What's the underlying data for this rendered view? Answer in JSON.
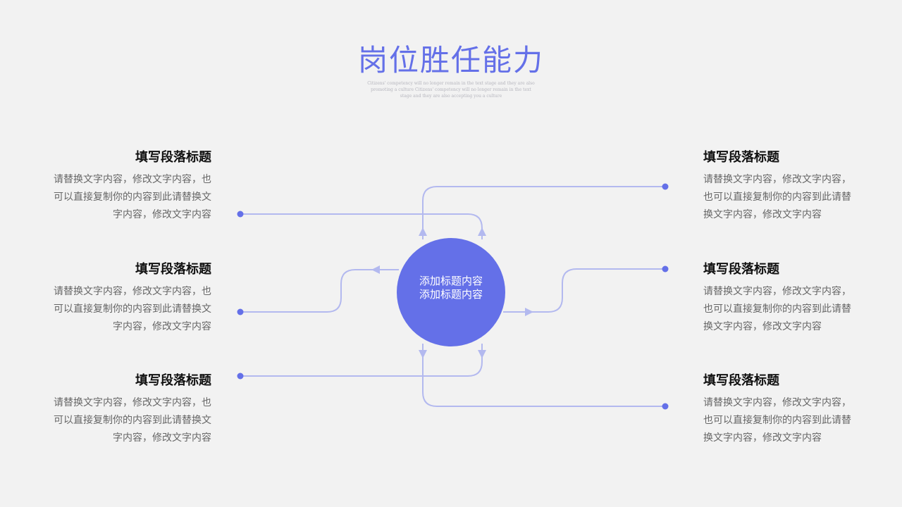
{
  "header": {
    "title": "岗位胜任能力",
    "subtitle": "Citizens' competency will no longer remain in the text stage and they are also promoting a culture Citizens' competency will no longer remain in the text stage and they are also accepting you a culture"
  },
  "center": {
    "label": "添加标题内容添加标题内容"
  },
  "colors": {
    "accent": "#6470e8",
    "line": "#b3b9ef",
    "dot": "#6470e8",
    "background": "#f2f2f2"
  },
  "items": [
    {
      "title": "填写段落标题",
      "text": "请替换文字内容，修改文字内容，也可以直接复制你的内容到此请替换文字内容，修改文字内容"
    },
    {
      "title": "填写段落标题",
      "text": "请替换文字内容，修改文字内容，也可以直接复制你的内容到此请替换文字内容，修改文字内容"
    },
    {
      "title": "填写段落标题",
      "text": "请替换文字内容，修改文字内容，也可以直接复制你的内容到此请替换文字内容，修改文字内容"
    },
    {
      "title": "填写段落标题",
      "text": "请替换文字内容，修改文字内容，也可以直接复制你的内容到此请替换文字内容，修改文字内容"
    },
    {
      "title": "填写段落标题",
      "text": "请替换文字内容，修改文字内容，也可以直接复制你的内容到此请替换文字内容，修改文字内容"
    },
    {
      "title": "填写段落标题",
      "text": "请替换文字内容，修改文字内容，也可以直接复制你的内容到此请替换文字内容，修改文字内容"
    }
  ]
}
